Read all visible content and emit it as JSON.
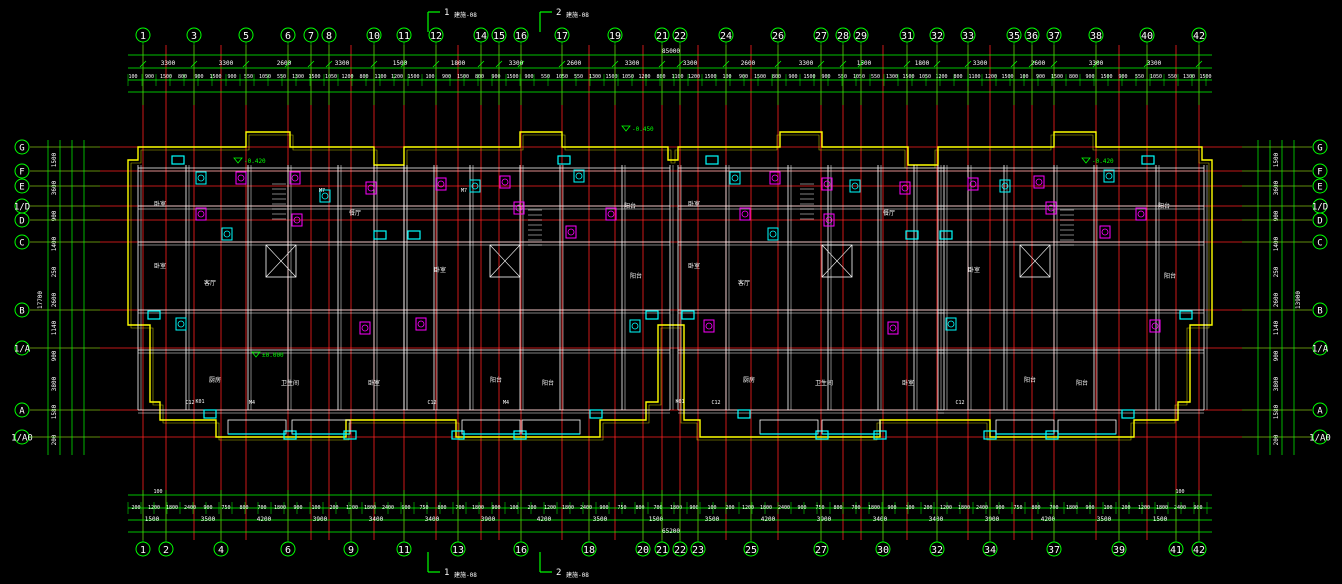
{
  "drawing": {
    "top_axis_labels": [
      "1",
      "3",
      "5",
      "6",
      "7",
      "8",
      "10",
      "11",
      "12",
      "14",
      "15",
      "16",
      "17",
      "19",
      "21",
      "22",
      "24",
      "26",
      "27",
      "28",
      "29",
      "31",
      "32",
      "33",
      "35",
      "36",
      "37",
      "38",
      "40",
      "42"
    ],
    "bottom_axis_labels": [
      "1",
      "2",
      "4",
      "6",
      "9",
      "11",
      "13",
      "16",
      "18",
      "20",
      "21",
      "22",
      "23",
      "25",
      "27",
      "30",
      "32",
      "34",
      "37",
      "39",
      "41",
      "42"
    ],
    "left_axis_labels": [
      "G",
      "F",
      "E",
      "1/D",
      "D",
      "C",
      "B",
      "1/A",
      "A",
      "1/A0"
    ],
    "right_axis_labels": [
      "G",
      "F",
      "E",
      "1/D",
      "D",
      "C",
      "B",
      "1/A",
      "A",
      "1/A0"
    ],
    "section_marks_top": [
      {
        "num": "1",
        "text": "建施-08"
      },
      {
        "num": "2",
        "text": "建施-08"
      }
    ],
    "section_marks_bottom": [
      {
        "num": "1",
        "text": "建施-08"
      },
      {
        "num": "2",
        "text": "建施-08"
      }
    ],
    "top_dims_row1": [
      "3300",
      "3300",
      "2600",
      "3300",
      "1500",
      "1800",
      "3300",
      "2600",
      "3300",
      "3300",
      "2600",
      "3300",
      "1500",
      "1800",
      "3300",
      "2600",
      "3300",
      "3300"
    ],
    "top_total": "85000",
    "bottom_dims_row1": [
      "1500",
      "3500",
      "4200",
      "3900",
      "3400",
      "3400",
      "3900",
      "4200",
      "3500",
      "1500",
      "3500",
      "4200",
      "3900",
      "3400",
      "3400",
      "3900",
      "4200",
      "3500",
      "1500"
    ],
    "bottom_total": "65200",
    "left_dims": [
      "1500",
      "3600",
      "900",
      "1400",
      "250",
      "2600",
      "1140",
      "900",
      "3800",
      "1580",
      "200"
    ],
    "left_total": "17700",
    "right_total": "13900",
    "level_labels": [
      "-0.420",
      "-0.450",
      "±0.000",
      "-0.420"
    ],
    "room_labels": [
      "卧室",
      "卧室",
      "客厅",
      "厨房",
      "卫生间",
      "餐厅",
      "卧室",
      "卧室",
      "阳台",
      "阳台",
      "阳台",
      "阳台"
    ],
    "window_codes": [
      "C12",
      "C12",
      "C12",
      "C12",
      "M4",
      "M4",
      "M7",
      "M7",
      "K01",
      "K01"
    ]
  }
}
